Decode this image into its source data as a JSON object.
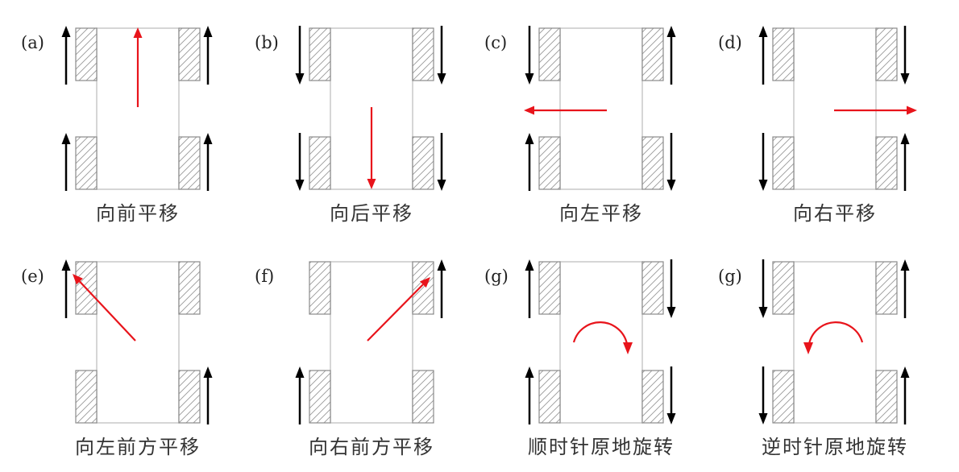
{
  "colors": {
    "wheel_arrow": "#000000",
    "motion_arrow": "#e8141b",
    "body_outline": "#c8c8c8",
    "wheel_hatch": "#9a9a9a"
  },
  "panels": [
    {
      "tag": "(a)",
      "caption": "向前平移",
      "wheels": {
        "fl": "up",
        "fr": "up",
        "rl": "up",
        "rr": "up"
      },
      "motion": "forward"
    },
    {
      "tag": "(b)",
      "caption": "向后平移",
      "wheels": {
        "fl": "down",
        "fr": "down",
        "rl": "down",
        "rr": "down"
      },
      "motion": "backward"
    },
    {
      "tag": "(c)",
      "caption": "向左平移",
      "wheels": {
        "fl": "down",
        "fr": "up",
        "rl": "up",
        "rr": "down"
      },
      "motion": "left"
    },
    {
      "tag": "(d)",
      "caption": "向右平移",
      "wheels": {
        "fl": "up",
        "fr": "down",
        "rl": "down",
        "rr": "up"
      },
      "motion": "right"
    },
    {
      "tag": "(e)",
      "caption": "向左前方平移",
      "wheels": {
        "fl": "up",
        "fr": "none",
        "rl": "none",
        "rr": "up"
      },
      "motion": "forward-left"
    },
    {
      "tag": "(f)",
      "caption": "向右前方平移",
      "wheels": {
        "fl": "none",
        "fr": "up",
        "rl": "up",
        "rr": "none"
      },
      "motion": "forward-right"
    },
    {
      "tag": "(g)",
      "caption": "顺时针原地旋转",
      "wheels": {
        "fl": "up",
        "fr": "down",
        "rl": "up",
        "rr": "down"
      },
      "motion": "rotate-cw"
    },
    {
      "tag": "(g)",
      "caption": "逆时针原地旋转",
      "wheels": {
        "fl": "down",
        "fr": "up",
        "rl": "down",
        "rr": "up"
      },
      "motion": "rotate-ccw"
    }
  ]
}
